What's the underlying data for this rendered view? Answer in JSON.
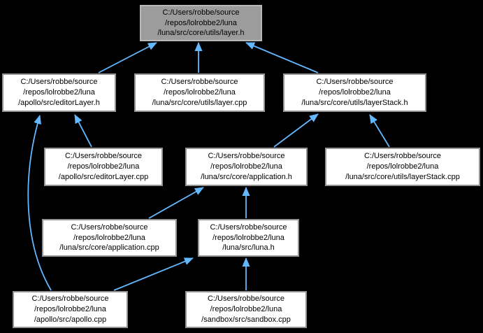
{
  "diagram": {
    "type": "include-dependency-graph",
    "background_color": "#000000",
    "edge_color": "#63b8ff",
    "node_fill": "#ffffff",
    "node_border": "#949494",
    "highlight_node_fill": "#9c9c9c",
    "text_color": "#000000",
    "nodes": [
      {
        "id": "layer.h",
        "highlighted": true,
        "label": "C:/Users/robbe/source\n/repos/lolrobbe2/luna\n/luna/src/core/utils/layer.h"
      },
      {
        "id": "editorLayer.h",
        "highlighted": false,
        "label": "C:/Users/robbe/source\n/repos/lolrobbe2/luna\n/apollo/src/editorLayer.h"
      },
      {
        "id": "layer.cpp",
        "highlighted": false,
        "label": "C:/Users/robbe/source\n/repos/lolrobbe2/luna\n/luna/src/core/utils/layer.cpp"
      },
      {
        "id": "layerStack.h",
        "highlighted": false,
        "label": "C:/Users/robbe/source\n/repos/lolrobbe2/luna\n/luna/src/core/utils/layerStack.h"
      },
      {
        "id": "editorLayer.cpp",
        "highlighted": false,
        "label": "C:/Users/robbe/source\n/repos/lolrobbe2/luna\n/apollo/src/editorLayer.cpp"
      },
      {
        "id": "application.h",
        "highlighted": false,
        "label": "C:/Users/robbe/source\n/repos/lolrobbe2/luna\n/luna/src/core/application.h"
      },
      {
        "id": "layerStack.cpp",
        "highlighted": false,
        "label": "C:/Users/robbe/source\n/repos/lolrobbe2/luna\n/luna/src/core/utils/layerStack.cpp"
      },
      {
        "id": "application.cpp",
        "highlighted": false,
        "label": "C:/Users/robbe/source\n/repos/lolrobbe2/luna\n/luna/src/core/application.cpp"
      },
      {
        "id": "luna.h",
        "highlighted": false,
        "label": "C:/Users/robbe/source\n/repos/lolrobbe2/luna\n/luna/src/luna.h"
      },
      {
        "id": "apollo.cpp",
        "highlighted": false,
        "label": "C:/Users/robbe/source\n/repos/lolrobbe2/luna\n/apollo/src/apollo.cpp"
      },
      {
        "id": "sandbox.cpp",
        "highlighted": false,
        "label": "C:/Users/robbe/source\n/repos/lolrobbe2/luna\n/sandbox/src/sandbox.cpp"
      }
    ],
    "edges": [
      {
        "from": "editorLayer.h",
        "to": "layer.h"
      },
      {
        "from": "layer.cpp",
        "to": "layer.h"
      },
      {
        "from": "layerStack.h",
        "to": "layer.h"
      },
      {
        "from": "editorLayer.cpp",
        "to": "editorLayer.h"
      },
      {
        "from": "apollo.cpp",
        "to": "editorLayer.h"
      },
      {
        "from": "application.h",
        "to": "layerStack.h"
      },
      {
        "from": "layerStack.cpp",
        "to": "layerStack.h"
      },
      {
        "from": "application.cpp",
        "to": "application.h"
      },
      {
        "from": "luna.h",
        "to": "application.h"
      },
      {
        "from": "apollo.cpp",
        "to": "luna.h"
      },
      {
        "from": "sandbox.cpp",
        "to": "luna.h"
      }
    ]
  }
}
